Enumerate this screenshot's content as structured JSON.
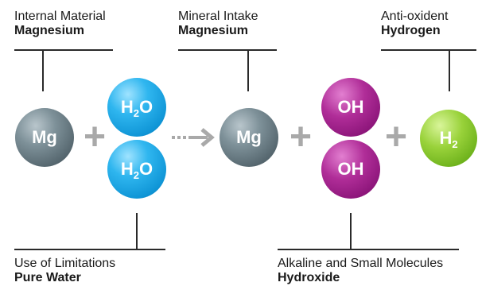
{
  "labels": {
    "internal_material": {
      "line1": "Internal Material",
      "line2": "Magnesium"
    },
    "mineral_intake": {
      "line1": "Mineral Intake",
      "line2": "Magnesium"
    },
    "anti_oxidant": {
      "line1": "Anti-oxident",
      "line2": "Hydrogen"
    },
    "use_of_limitations": {
      "line1": "Use of Limitations",
      "line2": "Pure Water"
    },
    "alkaline": {
      "line1": "Alkaline and Small Molecules",
      "line2": "Hydroxide"
    }
  },
  "molecules": {
    "mg_left": "Mg",
    "h2o_top": {
      "base": "H",
      "sub": "2",
      "tail": "O"
    },
    "h2o_bottom": {
      "base": "H",
      "sub": "2",
      "tail": "O"
    },
    "mg_right": "Mg",
    "oh_top": "OH",
    "oh_bottom": "OH",
    "h2": {
      "base": "H",
      "sub": "2"
    }
  },
  "operators": {
    "plus": "+"
  },
  "colors": {
    "magnesium": "#6b7d85",
    "water": "#1aa3e3",
    "hydroxide": "#a3238c",
    "hydrogen": "#8cc63f",
    "plus": "#a9a9a9",
    "arrow": "#a9a9a9"
  }
}
